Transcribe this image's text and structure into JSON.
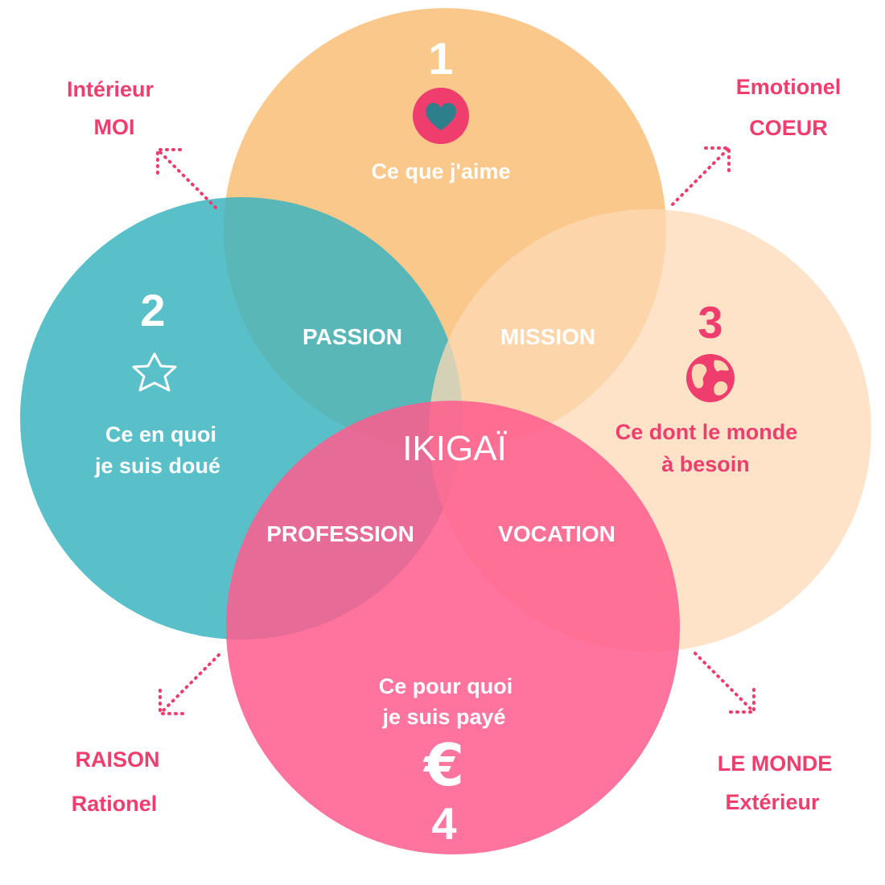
{
  "colors": {
    "orange": "#F9B664",
    "teal": "#3CB4BE",
    "peach": "#FDD9B5",
    "pink": "#FF5C8D",
    "accent_pink": "#EF3E6E",
    "white": "#FFFFFF",
    "heart_blue": "#2E7E8C"
  },
  "circles": {
    "top": {
      "number": "1",
      "label": "Ce que j'aime",
      "icon": "heart-icon"
    },
    "left": {
      "number": "2",
      "label_line1": "Ce en quoi",
      "label_line2": "je suis doué",
      "icon": "star-icon"
    },
    "right": {
      "number": "3",
      "label_line1": "Ce dont le monde",
      "label_line2": "à besoin",
      "icon": "globe-icon"
    },
    "bottom": {
      "number": "4",
      "label_line1": "Ce pour quoi",
      "label_line2": "je suis payé",
      "icon": "euro-icon"
    }
  },
  "overlaps": {
    "passion": "PASSION",
    "mission": "MISSION",
    "profession": "PROFESSION",
    "vocation": "VOCATION",
    "center": "IKIGAÏ"
  },
  "corners": {
    "top_left": {
      "line1": "Intérieur",
      "line2": "MOI"
    },
    "top_right": {
      "line1": "Emotionel",
      "line2": "COEUR"
    },
    "bottom_left": {
      "line1": "RAISON",
      "line2": "Rationel"
    },
    "bottom_right": {
      "line1": "LE MONDE",
      "line2": "Extérieur"
    }
  }
}
